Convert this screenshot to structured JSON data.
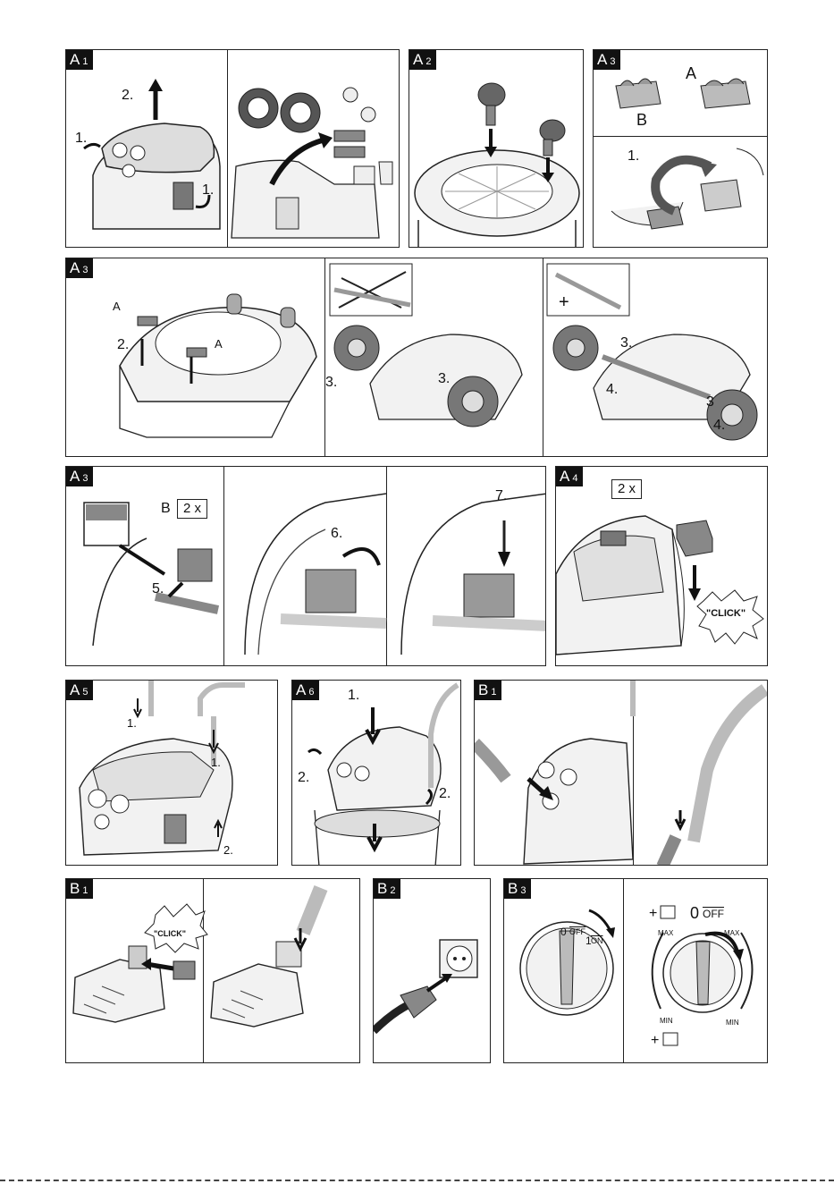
{
  "panels": {
    "a1": {
      "tag": "A",
      "num": "1",
      "steps": [
        "2.",
        "1.",
        "1."
      ]
    },
    "a2": {
      "tag": "A",
      "num": "2"
    },
    "a3_top": {
      "tag": "A",
      "num": "3",
      "labels": [
        "A",
        "B"
      ],
      "step": "1."
    },
    "a3_mid": {
      "tag": "A",
      "num": "3",
      "labels": [
        "A",
        "A"
      ],
      "steps": [
        "2.",
        "3.",
        "3.",
        "3.",
        "4.",
        "3",
        "4."
      ],
      "plus": "+"
    },
    "a3_low": {
      "tag": "A",
      "num": "3",
      "label_b": "B",
      "qty": "2 x",
      "steps": [
        "5.",
        "6.",
        "7."
      ]
    },
    "a4": {
      "tag": "A",
      "num": "4",
      "qty": "2 x",
      "click": "\"CLICK\""
    },
    "a5": {
      "tag": "A",
      "num": "5",
      "steps": [
        "1.",
        "1.",
        "2."
      ]
    },
    "a6": {
      "tag": "A",
      "num": "6",
      "steps": [
        "1.",
        "2.",
        "2."
      ]
    },
    "b1_top": {
      "tag": "B",
      "num": "1"
    },
    "b1_low": {
      "tag": "B",
      "num": "1",
      "click": "\"CLICK\""
    },
    "b2": {
      "tag": "B",
      "num": "2"
    },
    "b3": {
      "tag": "B",
      "num": "3",
      "dial1": {
        "off": "0",
        "off_txt": "OFF",
        "on": "1",
        "on_txt": "ON"
      },
      "dial2": {
        "plus": "+",
        "zero": "0",
        "off_txt": "OFF",
        "max": "MAX",
        "min": "MIN"
      }
    }
  },
  "colors": {
    "line": "#222222",
    "tag_bg": "#111111",
    "fill_light": "#e6e6e6",
    "fill_mid": "#9a9a9a",
    "fill_dark": "#555555"
  }
}
